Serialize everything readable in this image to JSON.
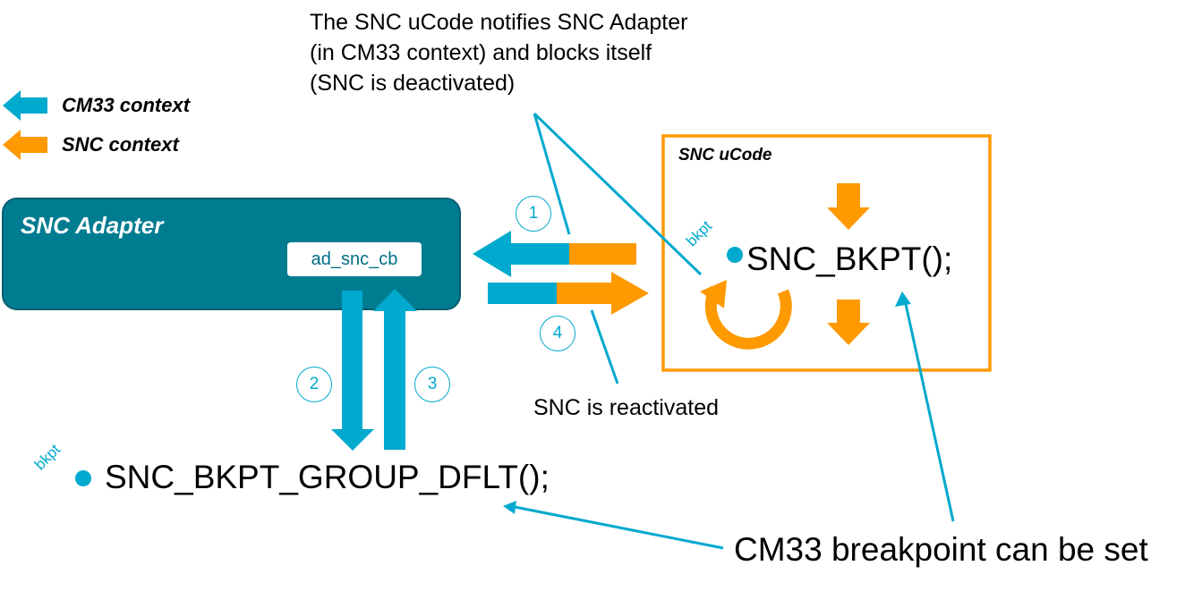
{
  "colors": {
    "cm33": "#00a9ce",
    "snc": "#ff9900",
    "adapter": "#007c91",
    "adapter_border": "#005f6f"
  },
  "legend": {
    "cm33_label": "CM33 context",
    "snc_label": "SNC context"
  },
  "notes": {
    "notify_line1": "The SNC uCode notifies SNC Adapter",
    "notify_line2": "(in CM33 context) and blocks itself",
    "notify_line3": "(SNC is deactivated)",
    "reactivated": "SNC is reactivated",
    "cm33_breakpoint": "CM33 breakpoint can be set"
  },
  "adapter": {
    "title": "SNC Adapter",
    "callback": "ad_snc_cb"
  },
  "ucode": {
    "title": "SNC uCode",
    "bkpt_label": "bkpt",
    "bkpt_call": "SNC_BKPT();"
  },
  "group": {
    "bkpt_label": "bkpt",
    "call": "SNC_BKPT_GROUP_DFLT();"
  },
  "steps": [
    "1",
    "2",
    "3",
    "4"
  ]
}
